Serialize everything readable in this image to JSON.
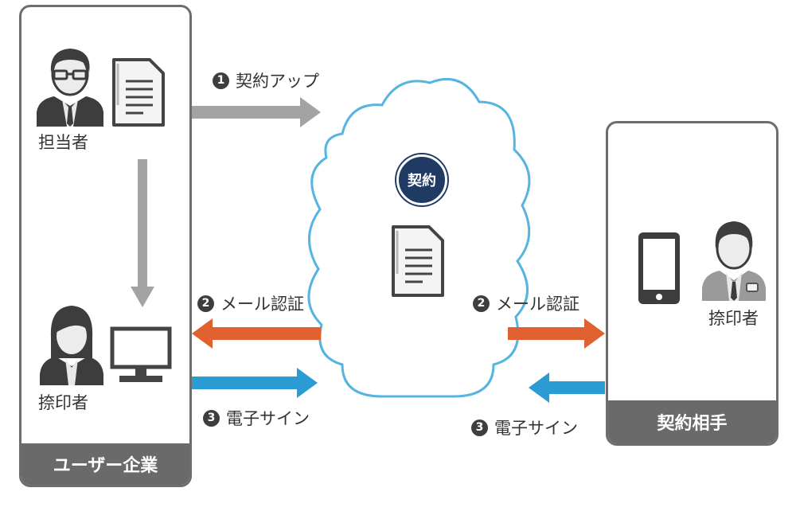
{
  "left_panel": {
    "footer": "ユーザー企業",
    "person_top_label": "担当者",
    "person_bottom_label": "捺印者"
  },
  "right_panel": {
    "footer": "契約相手",
    "person_label": "捺印者"
  },
  "cloud": {
    "badge": "契約"
  },
  "steps": {
    "upload": {
      "num": "1",
      "text": "契約アップ"
    },
    "mail_auth_left": {
      "num": "2",
      "text": "メール認証"
    },
    "mail_auth_right": {
      "num": "2",
      "text": "メール認証"
    },
    "esign_left": {
      "num": "3",
      "text": "電子サイン"
    },
    "esign_right": {
      "num": "3",
      "text": "電子サイン"
    }
  },
  "colors": {
    "gray_arrow": "#a3a3a3",
    "orange_arrow": "#e0612f",
    "blue_arrow": "#2b9bd3",
    "cloud_stroke": "#55b4e0",
    "badge": "#1f3a63"
  }
}
